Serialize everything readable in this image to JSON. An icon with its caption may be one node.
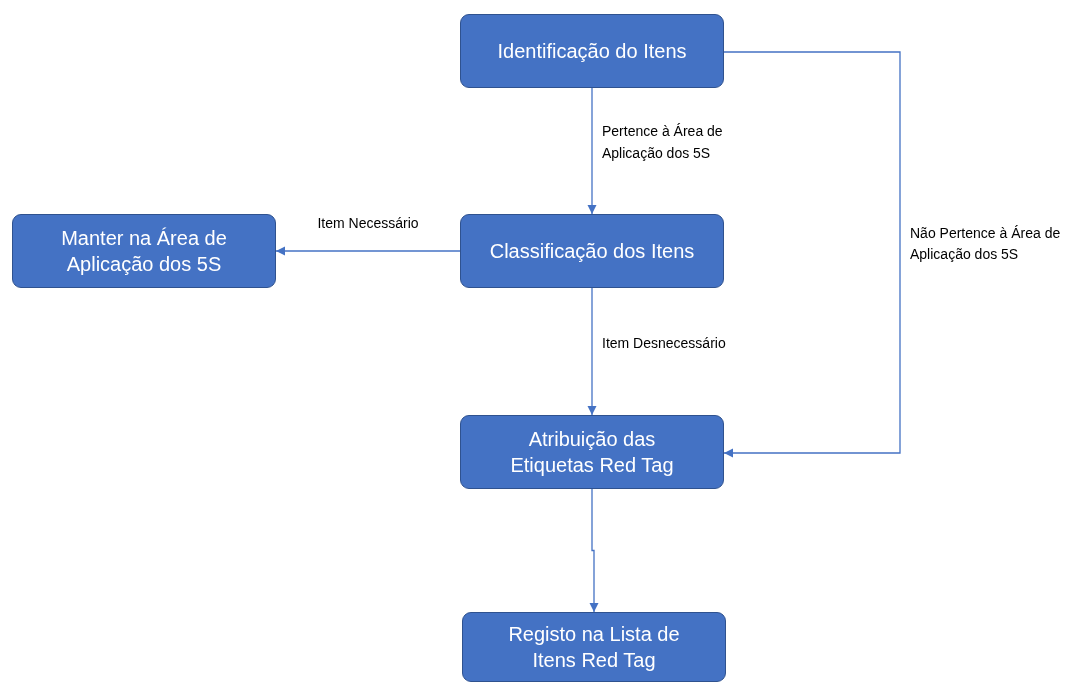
{
  "diagram": {
    "nodes": [
      {
        "text": [
          "Identificação do Itens"
        ]
      },
      {
        "text": [
          "Classificação dos Itens"
        ]
      },
      {
        "text": [
          "Manter na Área de Aplicação dos 5S"
        ]
      },
      {
        "text": [
          "Atribuição das Etiquetas Red Tag"
        ]
      },
      {
        "text": [
          "Registo na Lista de Itens Red Tag"
        ]
      }
    ],
    "edges": [
      {
        "from": 0,
        "to": 1,
        "arrow": "to",
        "label": "Pertence à Área de Aplicação dos 5S"
      },
      {
        "from": 1,
        "to": 2,
        "arrow": "to",
        "label": "Item Necessário"
      },
      {
        "from": 1,
        "to": 3,
        "arrow": "to",
        "label": "Item Desnecessário"
      },
      {
        "from": 0,
        "to": 3,
        "arrow": "to",
        "label": "Não Pertence à Área de Aplicação dos 5S"
      },
      {
        "from": 3,
        "to": 4,
        "arrow": "to"
      }
    ]
  }
}
